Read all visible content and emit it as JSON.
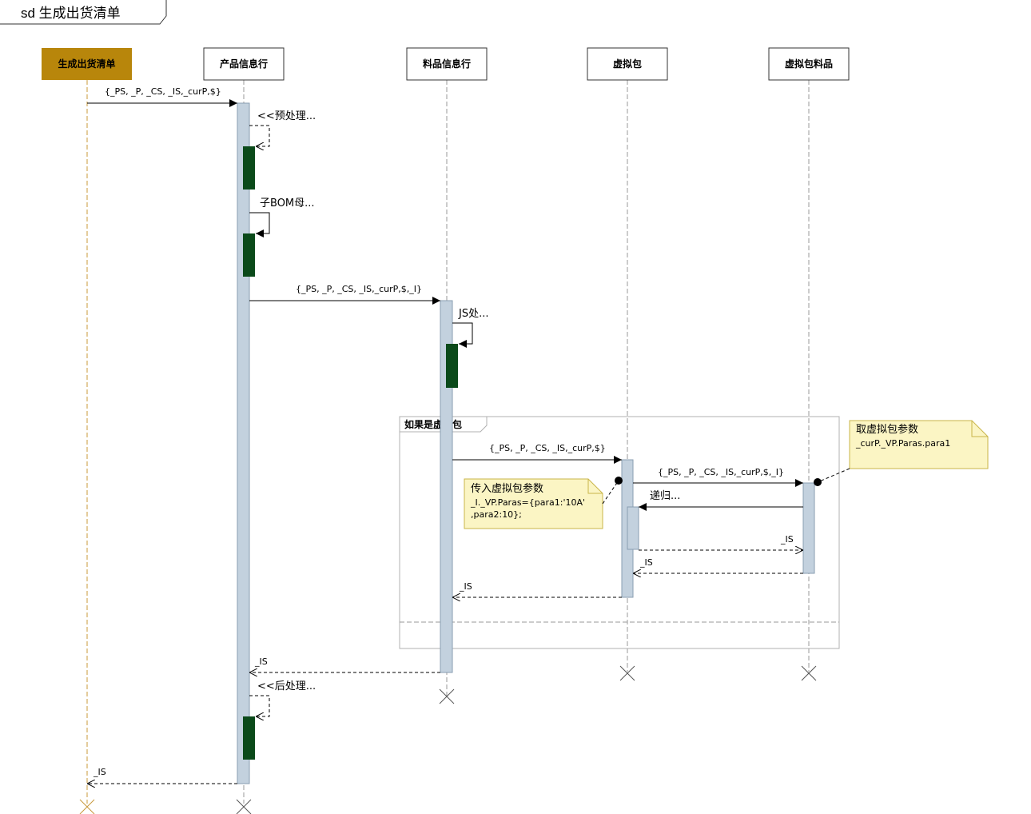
{
  "diagram": {
    "frame_title": "sd 生成出货清单",
    "lifelines": {
      "actor": "生成出货清单",
      "product_row": "产品信息行",
      "material_row": "料品信息行",
      "virtual_pkg": "虚拟包",
      "virtual_pkg_material": "虚拟包料品"
    },
    "messages": {
      "m1": "{_PS, _P, _CS, _IS,_curP,$}",
      "self_pre": "<<预处理...",
      "self_bom": "子BOM母...",
      "m2": "{_PS, _P, _CS, _IS,_curP,$,_I}",
      "self_js": "JS处...",
      "m3": "{_PS, _P, _CS, _IS,_curP,$}",
      "m4": "{_PS, _P, _CS, _IS,_curP,$,_I}",
      "recursion": "递归...",
      "r_is_1": "_IS",
      "r_is_2": "_IS",
      "r_is_3": "_IS",
      "r_is_4": "_IS",
      "self_post": "<<后处理...",
      "r_is_5": "_IS"
    },
    "fragment": {
      "label": "如果是虚拟包"
    },
    "notes": {
      "pass_params": {
        "title": "传入虚拟包参数",
        "line1": "_I._VP.Paras={para1:'10A'",
        "line2": ",para2:10};"
      },
      "get_params": {
        "title": "取虚拟包参数",
        "line1": "_curP._VP.Paras.para1"
      }
    },
    "colors": {
      "actor_fill": "#b8860b",
      "activation_fill": "#c3d1de",
      "activation_stroke": "#8a9eb2",
      "self_activation_fill": "#0b4a1a",
      "note_fill": "#fbf5c4",
      "note_stroke": "#c9b54a"
    }
  }
}
